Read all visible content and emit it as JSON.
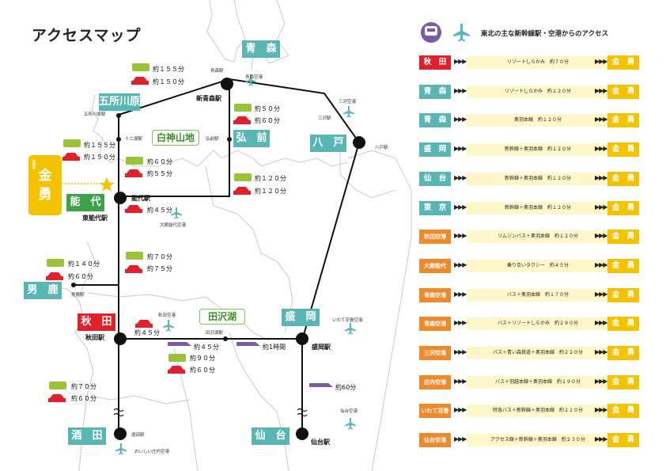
{
  "title": "アクセスマップ",
  "prefectures": {
    "aomori": "青　森",
    "goshogawara": "五所川原",
    "hirosaki": "弘　前",
    "hachinohe": "八　戸",
    "noshiro": "能　代",
    "oga": "男　鹿",
    "akita": "秋　田",
    "morioka": "盛　岡",
    "sakata": "酒　田",
    "sendai": "仙　台"
  },
  "parks": {
    "shirakami": "白神山地",
    "tazawako": "田沢湖"
  },
  "stations": {
    "shin_aomori": "新青森駅",
    "noshiro": "能代駅",
    "higashi_noshiro": "東能代駅",
    "akita": "秋田駅",
    "morioka": "盛岡駅",
    "sendai": "仙台駅"
  },
  "small_labels": {
    "aomori_sta": "青森駅",
    "aomori_airport": "青森空港",
    "goshogawara_sta": "五所川原駅",
    "juniko_sta": "十二湖駅",
    "hirosaki_sta": "弘前駅",
    "misawa_airport": "三沢空港",
    "misawa_sta": "三沢駅",
    "hachinohe_sta": "八戸駅",
    "odate_airport": "大館能代空港",
    "oga_sta": "男鹿駅",
    "akita_airport": "秋田空港",
    "tazawako_sta": "田沢湖駅",
    "hanamaki_airport": "いわて花巻空港",
    "sakata_sta": "酒田駅",
    "shonai_airport": "おいしい庄内空港",
    "sendai_airport": "仙台空港"
  },
  "times": {
    "gosho_train": "約１５５分",
    "gosho_car": "約１５０分",
    "hirosaki_train": "約５０分",
    "hirosaki_car": "約６０分",
    "left_train": "約１５５分",
    "left_car": "約１５０分",
    "juniko_train": "約６０分",
    "juniko_car": "約５５分",
    "hirosaki2_train": "約１２０分",
    "hirosaki2_car": "約１２０分",
    "airport_car": "約４５分",
    "oga_train": "約１４０分",
    "oga_car": "約６０分",
    "akita_n_train": "約７０分",
    "akita_n_car": "約７５分",
    "akita_airport_car": "約４５分",
    "shinkansen_tazawa": "約４５分",
    "shinkansen_1h": "約1時間",
    "akita_s_train": "約９０分",
    "akita_s_car": "約６０分",
    "sendai_shinkansen": "約60分",
    "sakata_train": "約７０分",
    "sakata_car": "約６０分"
  },
  "logo": {
    "text1": "金",
    "text2": "勇",
    "sub": "旧料亭"
  },
  "access": {
    "heading": "東北の主な新幹線駅・空港からのアクセス",
    "dest": "金　勇",
    "rows": [
      {
        "from": "秋　田",
        "route": "リゾートしらかみ　約７０分",
        "kind": "red"
      },
      {
        "from": "青　森",
        "route": "リゾートしらかみ　約１２０分",
        "kind": "teal"
      },
      {
        "from": "青　森",
        "route": "奥羽本線　約１２０分",
        "kind": "teal"
      },
      {
        "from": "盛　岡",
        "route": "新幹線＋奥羽本線　約１２０分",
        "kind": "teal"
      },
      {
        "from": "仙　台",
        "route": "新幹線＋奥羽本線　約１２０分",
        "kind": "teal"
      },
      {
        "from": "東　京",
        "route": "新幹線＋奥羽本線　約１２０分",
        "kind": "teal"
      },
      {
        "from": "秋田空港",
        "route": "リムジンバス＋奥羽本線　約１２０分",
        "kind": "orange"
      },
      {
        "from": "大館能代",
        "route": "乗り合いタクシー　約４５分",
        "kind": "orange"
      },
      {
        "from": "青森空港",
        "route": "バス＋奥羽本線　約１７０分",
        "kind": "orange"
      },
      {
        "from": "青森空港",
        "route": "バス＋リゾートしらかみ　約２９０分",
        "kind": "orange"
      },
      {
        "from": "三沢空港",
        "route": "バス＋青い森鉄道＋奥羽本線　約２２０分",
        "kind": "orange"
      },
      {
        "from": "庄内空港",
        "route": "バス＋羽越本線＋奥羽本線　約１９０分",
        "kind": "orange"
      },
      {
        "from": "いわて花巻",
        "route": "特急バス＋新幹線＋奥羽本線　約２１０分",
        "kind": "orange"
      },
      {
        "from": "仙台空港",
        "route": "アクセス線＋新幹線＋奥羽本線　約２３０分",
        "kind": "orange"
      }
    ]
  },
  "colors": {
    "teal": "#5ab6b5",
    "green": "#3aa34a",
    "red": "#e0202a",
    "orange": "#ef8a2c",
    "gold": "#f5c200",
    "cream": "#fdf7c9"
  },
  "icons": [
    "train-icon",
    "car-icon",
    "airplane-icon",
    "shinkansen-icon",
    "star-icon",
    "river-icon"
  ]
}
